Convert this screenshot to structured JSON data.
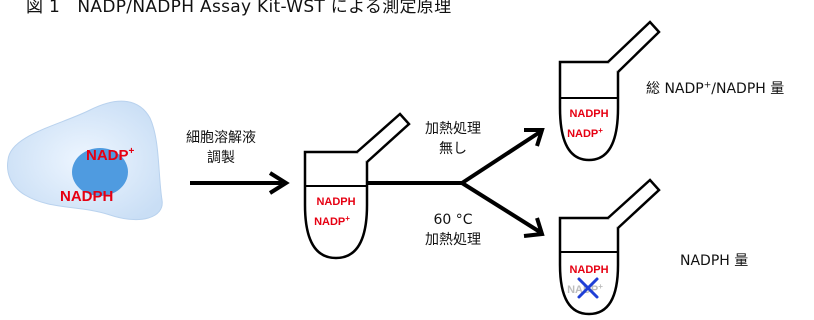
{
  "title": "図 1　NADP/NADPH Assay Kit-WST による測定原理",
  "cell": {
    "label_top": "NADP",
    "label_top_sup": "+",
    "label_bottom": "NADPH"
  },
  "step1": {
    "line1": "細胞溶解液",
    "line2": "調製"
  },
  "tube_labels": {
    "top": "NADPH",
    "bottom": "NADP",
    "bottom_sup": "+"
  },
  "branch_upper": {
    "line1": "加熱処理",
    "line2": "無し"
  },
  "branch_lower": {
    "line1": "60 °C",
    "line2": "加熱処理"
  },
  "result_upper": {
    "prefix": "総 NADP",
    "sup": "+",
    "suffix": "/NADPH 量"
  },
  "result_lower": "NADPH 量",
  "colors": {
    "red": "#e60012",
    "cell_outer": "#d6e8f8",
    "cell_nucleus": "#4f9be0",
    "cross": "#1f3fd6"
  }
}
